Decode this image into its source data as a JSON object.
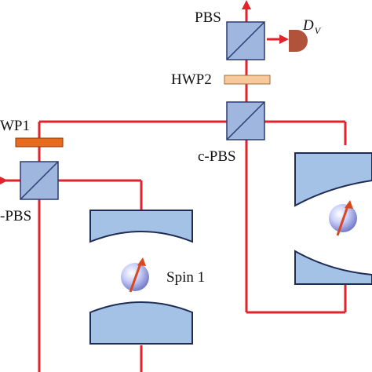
{
  "labels": {
    "pbs_top": "PBS",
    "detector_main": "D",
    "detector_sub": "V",
    "hwp2": "HWP2",
    "hwp1": "WP1",
    "cpbs_right": "c-PBS",
    "cpbs_left": "-PBS",
    "spin1": "Spin 1"
  },
  "colors": {
    "beam": "#e3232c",
    "cube_fill": "#9fb6df",
    "cube_stroke": "#2d3b6e",
    "waveplate_hwp2": "#f7c99a",
    "waveplate_hwp1": "#e86a1f",
    "cavity_mirror": "#a4c2e6",
    "cavity_stroke": "#1f2c55",
    "detector": "#b0533a",
    "spin_sphere": "#c9cff8",
    "spin_arrow": "#d8481f"
  },
  "icons": {
    "spin": "spin-sphere-icon",
    "detector": "photodetector-icon",
    "arrow": "beam-arrow-icon"
  }
}
